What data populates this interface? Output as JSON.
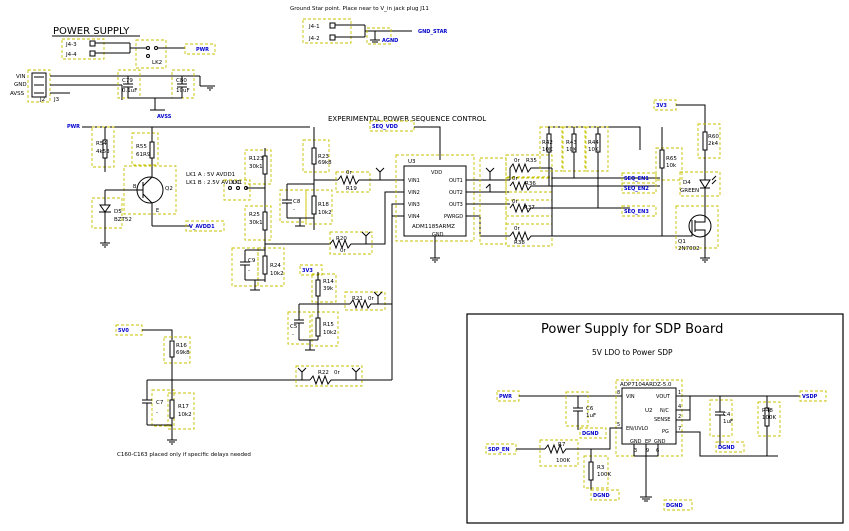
{
  "header_note": "Ground Star point. Place near to V_in jack plug J11",
  "power_supply": {
    "title": "POWER SUPPLY",
    "connector_labels": [
      "VIN",
      "GND",
      "AVSS"
    ],
    "jumpers": [
      "J4-3",
      "J4-4"
    ],
    "link": "LK2",
    "j2": "J2",
    "j3": "J3",
    "caps": [
      {
        "ref": "C79",
        "value": "0.1uF"
      },
      {
        "ref": "C80",
        "value": "10uF"
      }
    ]
  },
  "ground_star": {
    "jumpers": [
      "J4-1",
      "J4-2"
    ]
  },
  "sequencer": {
    "title": "EXPERIMENTAL POWER SEQUENCE CONTROL",
    "ic_ref": "U3",
    "ic_part": "ADM1185ARMZ",
    "pins_left": [
      "VIN1",
      "VIN2",
      "VIN3",
      "VIN4"
    ],
    "pins_right": [
      "OUT1",
      "OUT2",
      "OUT3",
      "PWRGD"
    ],
    "pin_top": "VDD",
    "pin_bottom": "GND",
    "link_note_a": "LK1 A : 5V AVDD1",
    "link_note_b": "LK1 B : 2.5V AVDD1",
    "link": "LK1"
  },
  "components": [
    {
      "ref": "R54",
      "value": "4k53"
    },
    {
      "ref": "R55",
      "value": "61R9"
    },
    {
      "ref": "Q2",
      "value": ""
    },
    {
      "ref": "D5",
      "value": "BZT52"
    },
    {
      "ref": "R23",
      "value": "69k8"
    },
    {
      "ref": "R123",
      "value": "30k1"
    },
    {
      "ref": "R25",
      "value": "30k1"
    },
    {
      "ref": "C8",
      "value": "-"
    },
    {
      "ref": "R18",
      "value": "10k2"
    },
    {
      "ref": "R19",
      "value": "0r"
    },
    {
      "ref": "R20",
      "value": "0r"
    },
    {
      "ref": "C9",
      "value": "-"
    },
    {
      "ref": "R24",
      "value": "10k2"
    },
    {
      "ref": "R14",
      "value": "39k"
    },
    {
      "ref": "R21",
      "value": "0r"
    },
    {
      "ref": "C5",
      "value": "-"
    },
    {
      "ref": "R15",
      "value": "10k2"
    },
    {
      "ref": "R16",
      "value": "69k8"
    },
    {
      "ref": "R22",
      "value": "0r"
    },
    {
      "ref": "C7",
      "value": "-"
    },
    {
      "ref": "R17",
      "value": "10k2"
    },
    {
      "ref": "R35",
      "value": "0r"
    },
    {
      "ref": "R36",
      "value": "0r"
    },
    {
      "ref": "R37",
      "value": "0r"
    },
    {
      "ref": "R38",
      "value": "0r"
    },
    {
      "ref": "R42",
      "value": "10K"
    },
    {
      "ref": "R43",
      "value": "10K"
    },
    {
      "ref": "R44",
      "value": "10K"
    },
    {
      "ref": "R65",
      "value": "10k"
    },
    {
      "ref": "R60",
      "value": "2k4"
    },
    {
      "ref": "D4",
      "value": "GREEN"
    },
    {
      "ref": "Q1",
      "value": "2N7002"
    }
  ],
  "footnote": "C160-C163 placed only if specific delays needed",
  "sdp": {
    "title": "Power Supply for SDP Board",
    "subtitle": "5V LDO to Power SDP",
    "ic_part": "ADP7104ARDZ-5.0",
    "ic_ref": "U2",
    "pins_left": [
      "VIN",
      "EN/UVLO"
    ],
    "pins_right": [
      "VOUT",
      "N/C",
      "SENSE",
      "PG"
    ],
    "pins_bottom": [
      "GND",
      "EP",
      "GND"
    ],
    "pin_numbers": [
      "8",
      "5",
      "1",
      "4",
      "2",
      "7",
      "3",
      "9",
      "6"
    ],
    "caps": [
      {
        "ref": "C6",
        "value": "1uF"
      },
      {
        "ref": "C4",
        "value": "1uF"
      }
    ],
    "resistors": [
      {
        "ref": "R7",
        "value": "100K"
      },
      {
        "ref": "R3",
        "value": "100K"
      },
      {
        "ref": "R48",
        "value": "100K"
      }
    ]
  },
  "colors": {
    "wire": "#000000",
    "box": "#c9c200",
    "net_label": "#0000cc"
  }
}
